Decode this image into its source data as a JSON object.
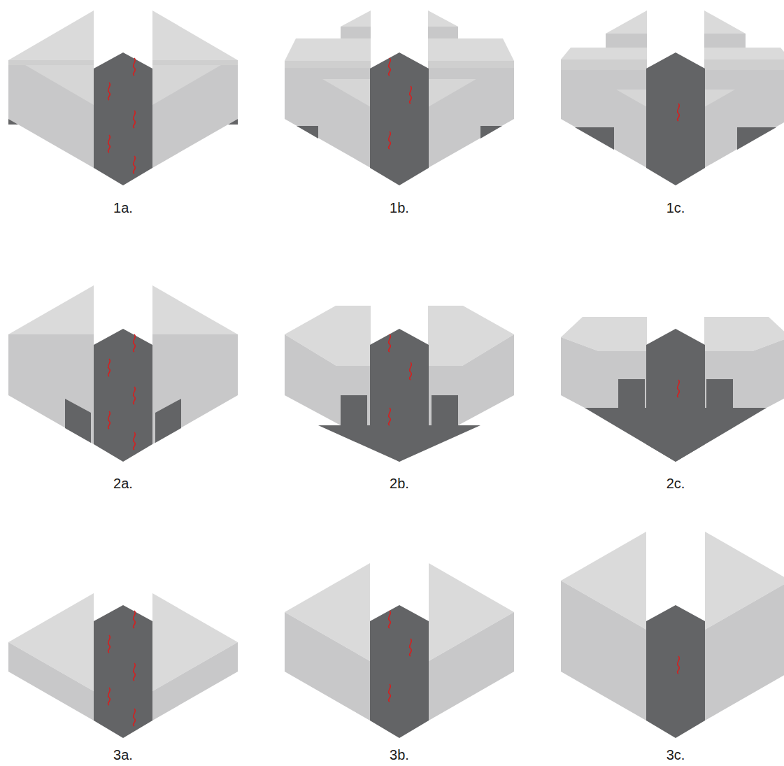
{
  "diagram": {
    "labels": [
      "1a.",
      "1b.",
      "1c.",
      "2a.",
      "2b.",
      "2c.",
      "3a.",
      "3b.",
      "3c."
    ]
  }
}
